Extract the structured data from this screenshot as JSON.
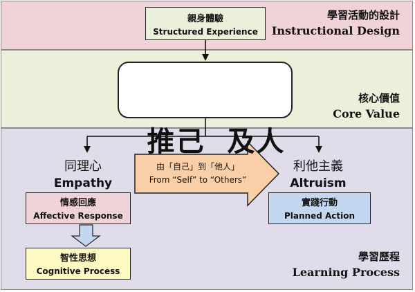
{
  "sections": {
    "instructional_design": {
      "zh": "學習活動的設計",
      "en": "Instructional Design"
    },
    "core_value": {
      "zh": "核心價值",
      "en": "Core Value"
    },
    "learning_process": {
      "zh": "學習歷程",
      "en": "Learning Process"
    }
  },
  "structured_experience": {
    "zh": "親身體驗",
    "en": "Structured Experience"
  },
  "core_value_box": {
    "text": "推己  及人"
  },
  "empathy": {
    "zh": "同理心",
    "en": "Empathy"
  },
  "altruism": {
    "zh": "利他主義",
    "en": "Altruism"
  },
  "transition": {
    "zh": "由「自己」到「他人」",
    "en": "From “Self” to “Others”"
  },
  "affective_response": {
    "zh": "情感回應",
    "en": "Affective Response"
  },
  "cognitive_process": {
    "zh": "智性思想",
    "en": "Cognitive Process"
  },
  "planned_action": {
    "zh": "實踐行動",
    "en": "Planned Action"
  },
  "colors": {
    "instructional_band": "#f0d3d8",
    "core_band": "#ebf0da",
    "learning_band": "#e1dcea",
    "transition_arrow": "#f9cfa7",
    "affective_fill": "#f0d3d8",
    "cognitive_fill": "#fcfac2",
    "planned_fill": "#c3d7f0",
    "down_arrow_fill": "#c3d7f0"
  }
}
